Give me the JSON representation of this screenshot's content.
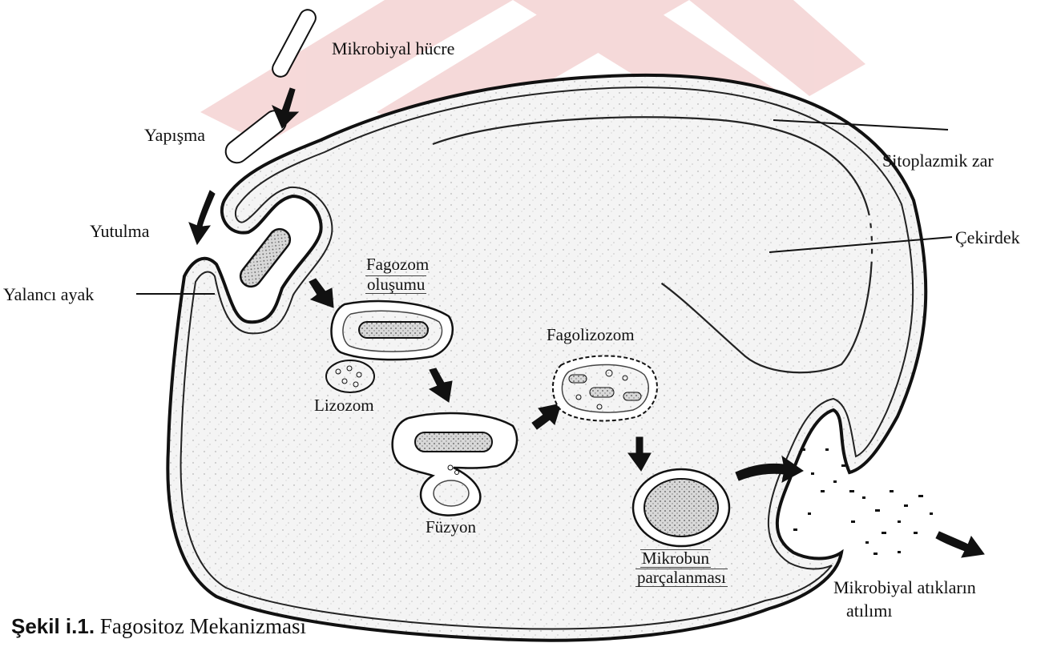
{
  "labels": {
    "mikrobiyal_hucre": "Mikrobiyal hücre",
    "yapisma": "Yapışma",
    "yutulma": "Yutulma",
    "yalanci_ayak": "Yalancı ayak",
    "fagozom_1": "Fagozom",
    "fagozom_2": "oluşumu",
    "lizozom": "Lizozom",
    "fuzyon": "Füzyon",
    "fagolizozom": "Fagolizozom",
    "mikrobun_1": "Mikrobun",
    "mikrobun_2": "parçalanması",
    "sitoplazmik_zar": "Sitoplazmik zar",
    "cekirdek": "Çekirdek",
    "atiklar_1": "Mikrobiyal atıkların",
    "atiklar_2": "atılımı"
  },
  "caption": {
    "prefix": "Şekil i.1.",
    "text": "Fagositoz Mekanizması"
  },
  "colors": {
    "watermark": "#f3d2d2",
    "ink": "#111111",
    "cell_fill": "#f2f2f2"
  }
}
